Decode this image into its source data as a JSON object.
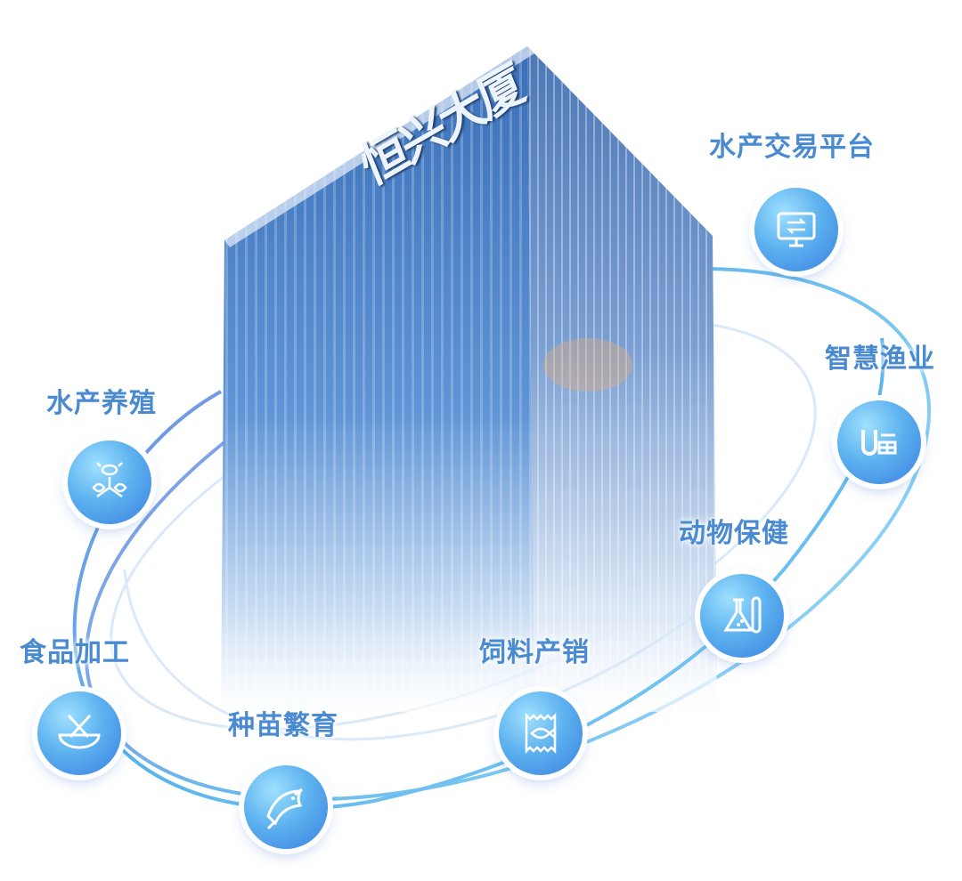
{
  "building_sign": "恒兴大厦",
  "nodes": [
    {
      "id": "aquatic-trading",
      "label": "水产交易平台",
      "icon": "monitor-exchange-icon"
    },
    {
      "id": "smart-fishery",
      "label": "智慧渔业",
      "icon": "u-fish-logo-icon"
    },
    {
      "id": "animal-health",
      "label": "动物保健",
      "icon": "flask-testtube-icon"
    },
    {
      "id": "feed-sales",
      "label": "饲料产销",
      "icon": "feed-bag-fish-icon"
    },
    {
      "id": "seed-breeding",
      "label": "种苗繁育",
      "icon": "fish-icon"
    },
    {
      "id": "food-processing",
      "label": "食品加工",
      "icon": "bowl-utensils-icon"
    },
    {
      "id": "aquaculture",
      "label": "水产养殖",
      "icon": "crab-shrimp-icon"
    }
  ],
  "colors": {
    "accent": "#4a8ad0",
    "node": "#4c9be8",
    "ring": "#6aa8e6"
  }
}
